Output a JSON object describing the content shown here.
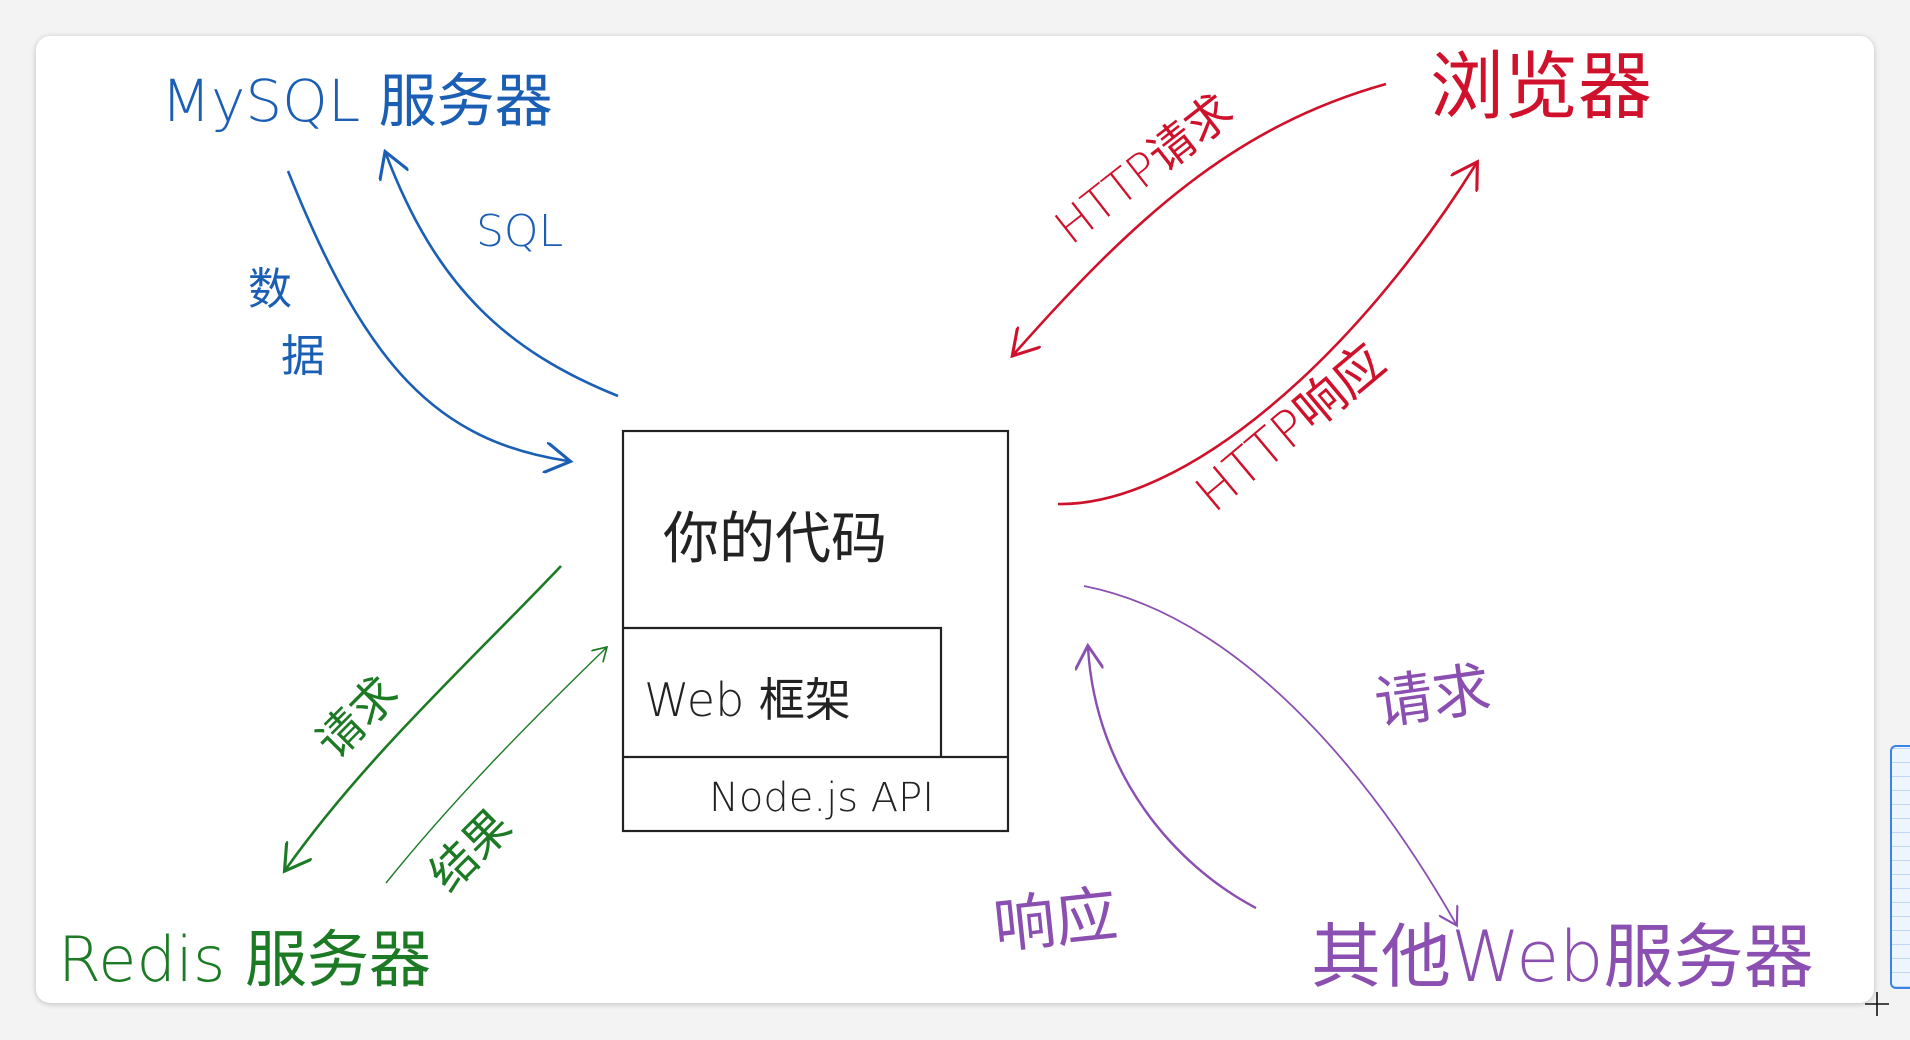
{
  "diagram": {
    "core": {
      "your_code": "你的代码",
      "framework": "Web 框架",
      "node_api": "Node.js API"
    },
    "mysql": {
      "server": "MySQL 服务器",
      "query": "SQL",
      "data": [
        "数",
        "据"
      ]
    },
    "browser": {
      "server": "浏览器",
      "request": "HTTP请求",
      "response": "HTTP响应"
    },
    "redis": {
      "server": "Redis 服务器",
      "request": "请求",
      "result": "结果"
    },
    "other_web": {
      "server": "其他Web服务器",
      "request": "请求",
      "response": "响应"
    },
    "colors": {
      "mysql": "#1a5fb4",
      "browser": "#d0112b",
      "redis": "#1c7a24",
      "other": "#8a4fb0",
      "core": "#222222"
    }
  }
}
